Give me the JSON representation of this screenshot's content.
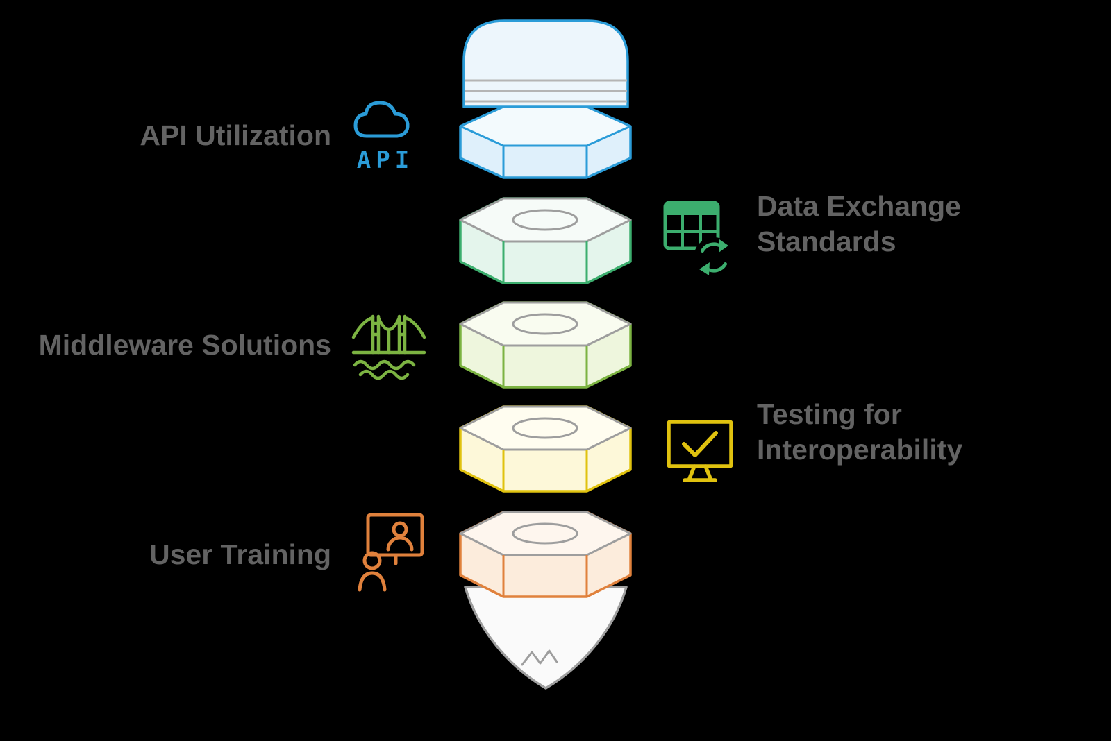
{
  "items": [
    {
      "id": "api-utilization",
      "label": "API Utilization",
      "side": "left",
      "color": "#2b9cd8",
      "icon": "cloud-api-icon"
    },
    {
      "id": "data-exchange-standards",
      "label": "Data Exchange Standards",
      "label_line1": "Data Exchange",
      "label_line2": "Standards",
      "side": "right",
      "color": "#3cae6e",
      "icon": "data-table-sync-icon"
    },
    {
      "id": "middleware-solutions",
      "label": "Middleware Solutions",
      "side": "left",
      "color": "#7cb342",
      "icon": "bridge-icon"
    },
    {
      "id": "testing-for-interoperability",
      "label": "Testing for Interoperability",
      "label_line1": "Testing for",
      "label_line2": "Interoperability",
      "side": "right",
      "color": "#e0c20f",
      "icon": "monitor-check-icon"
    },
    {
      "id": "user-training",
      "label": "User Training",
      "side": "left",
      "color": "#e0813c",
      "icon": "person-screen-icon"
    }
  ],
  "icon_text": {
    "api": "API"
  },
  "funnel": {
    "layers": [
      {
        "name": "top-cap-cylinder",
        "color": "#2b9cd8"
      },
      {
        "name": "disc-green",
        "color": "#3cae6e"
      },
      {
        "name": "disc-lime",
        "color": "#7cb342"
      },
      {
        "name": "disc-yellow",
        "color": "#e0c20f"
      },
      {
        "name": "disc-orange",
        "color": "#e0813c"
      },
      {
        "name": "tip-cone",
        "color": "#9e9e9e"
      }
    ]
  },
  "colors": {
    "label_text": "#636363",
    "neutral_outline": "#9e9e9e",
    "background": "#000000"
  }
}
